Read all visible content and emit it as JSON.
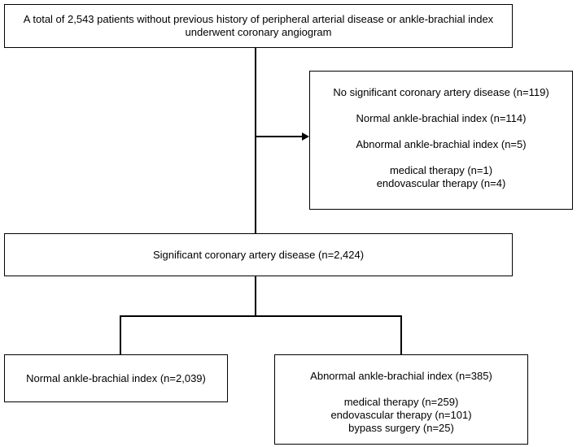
{
  "flowchart": {
    "top_box": {
      "text": "A total of 2,543 patients without previous history of peripheral arterial disease or ankle-brachial index underwent coronary angiogram"
    },
    "excluded_box": {
      "line1": "No significant coronary artery disease (n=119)",
      "line2": "Normal ankle-brachial index (n=114)",
      "line3": "Abnormal ankle-brachial index (n=5)",
      "line4": "medical therapy (n=1)",
      "line5": "endovascular therapy (n=4)"
    },
    "significant_box": {
      "text": "Significant coronary artery disease (n=2,424)"
    },
    "normal_abi_box": {
      "text": "Normal ankle-brachial index (n=2,039)"
    },
    "abnormal_abi_box": {
      "line1": "Abnormal ankle-brachial index (n=385)",
      "line2": "medical therapy (n=259)",
      "line3": "endovascular therapy (n=101)",
      "line4": "bypass surgery (n=25)"
    }
  }
}
